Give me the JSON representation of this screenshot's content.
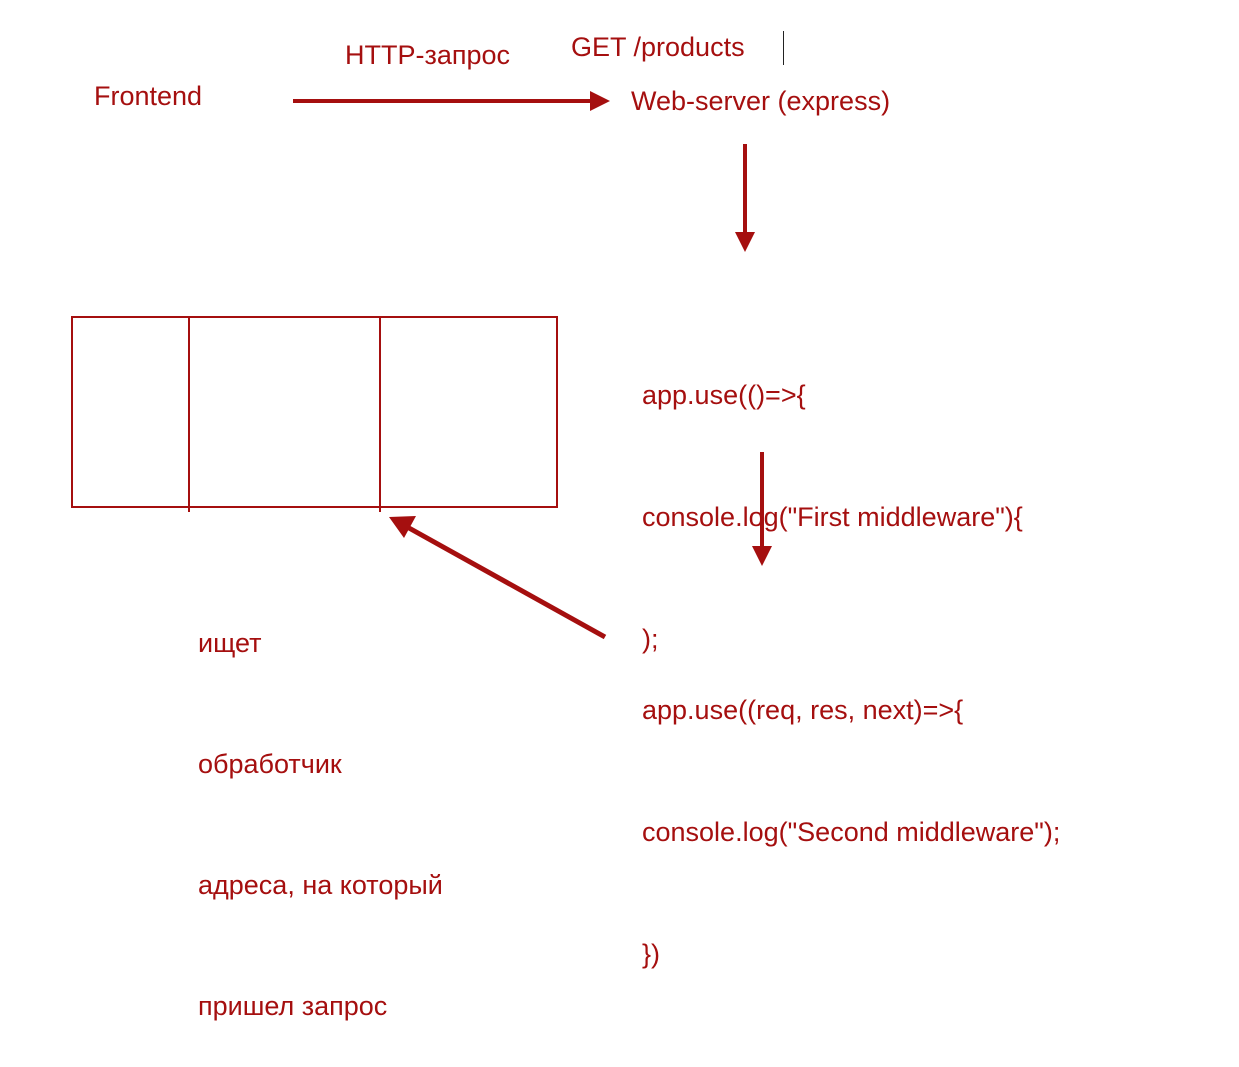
{
  "colors": {
    "ink": "#a50f0f",
    "background": "#ffffff"
  },
  "labels": {
    "frontend": "Frontend",
    "http_request": "HTTP-запрос",
    "get_route": "GET /products",
    "web_server": "Web-server (express)"
  },
  "middleware_first": {
    "lines": [
      "app.use(()=>{",
      "console.log(\"First middleware\"){",
      ");"
    ]
  },
  "middleware_second": {
    "lines": [
      "app.use((req, res, next)=>{",
      "console.log(\"Second middleware\");",
      "})"
    ]
  },
  "router_note": {
    "lines": [
      "ищет",
      "обработчик",
      "адреса, на который",
      "пришел запрос"
    ]
  }
}
